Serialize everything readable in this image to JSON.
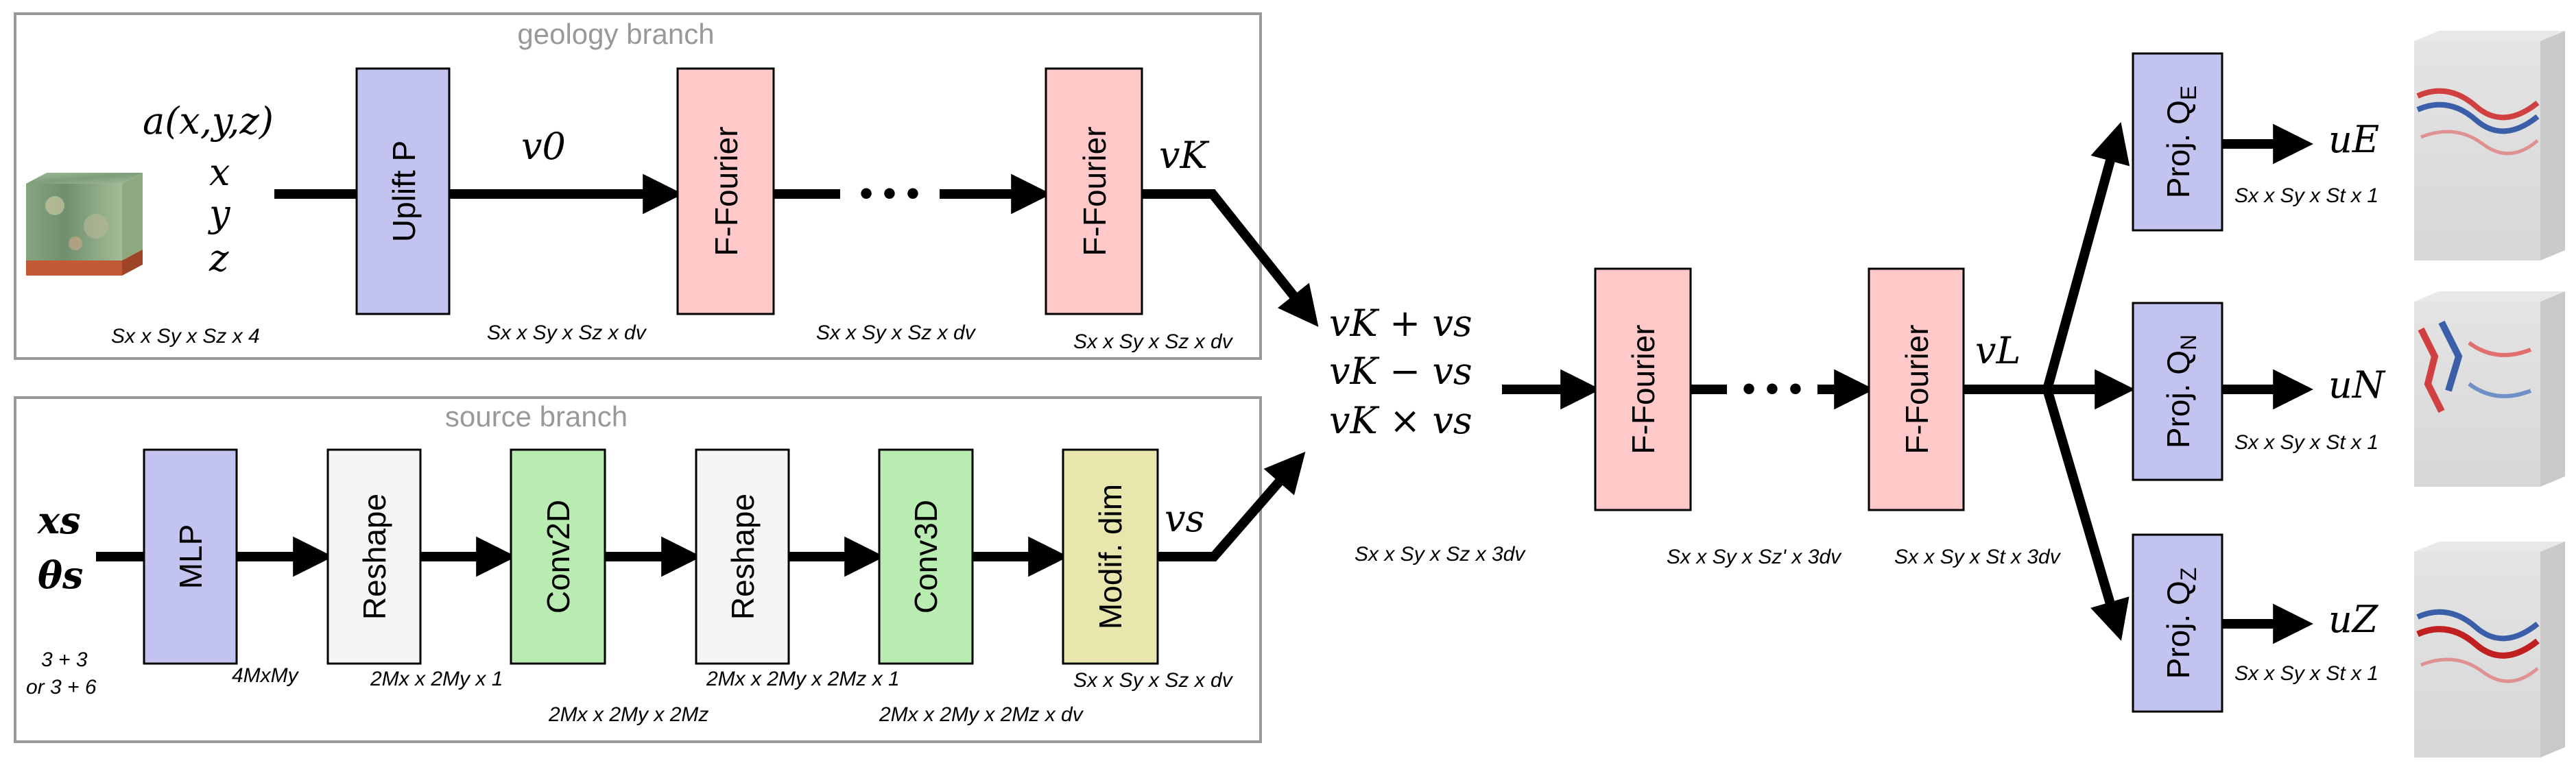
{
  "branches": {
    "geology": "geology branch",
    "source": "source branch"
  },
  "geology": {
    "input_func": "a(x,y,z)",
    "input_x": "x",
    "input_y": "y",
    "input_z": "z",
    "input_dims": "Sx x Sy x Sz x 4",
    "uplift": "Uplift P",
    "v0": "v0",
    "v0_dims": "Sx x Sy x Sz x dv",
    "ffourier1": "F-Fourier",
    "dots": "• • •",
    "mid_dims": "Sx x Sy x Sz x dv",
    "ffourier2": "F-Fourier",
    "vK": "vK",
    "vK_dims": "Sx x Sy x Sz x dv"
  },
  "source": {
    "xs": "xs",
    "thetas": "θs",
    "input_dims_1": "3 + 3",
    "input_dims_2": "or 3 + 6",
    "mlp": "MLP",
    "mlp_dims": "4MxMy",
    "reshape1": "Reshape",
    "reshape1_dims": "2Mx x 2My x 1",
    "conv2d": "Conv2D",
    "conv2d_dims": "2Mx x 2My x 2Mz",
    "reshape2": "Reshape",
    "reshape2_dims": "2Mx x 2My x 2Mz x 1",
    "conv3d": "Conv3D",
    "conv3d_dims": "2Mx x 2My x 2Mz x dv",
    "modif": "Modif. dim",
    "vs": "vs",
    "vs_dims": "Sx x Sy x Sz x dv"
  },
  "merge": {
    "op1": "vK + vs",
    "op2": "vK − vs",
    "op3": "vK × vs",
    "dims": "Sx x Sy x Sz x 3dv"
  },
  "trunk": {
    "ffourier1": "F-Fourier",
    "dots": "• • •",
    "mid_dims": "Sx x Sy x Sz' x 3dv",
    "ffourier2": "F-Fourier",
    "vL": "vL",
    "vL_dims": "Sx x Sy x St x 3dv"
  },
  "outputs": [
    {
      "proj": "Proj. QE",
      "sub": "E",
      "out": "uE",
      "dims": "Sx x Sy x St x 1"
    },
    {
      "proj": "Proj. QN",
      "sub": "N",
      "out": "uN",
      "dims": "Sx x Sy x St x 1"
    },
    {
      "proj": "Proj. QZ",
      "sub": "Z",
      "out": "uZ",
      "dims": "Sx x Sy x St x 1"
    }
  ],
  "colors": {
    "blue_box": "#c3c3f0",
    "pink_box": "#ffc9c9",
    "gray_box": "#f5f5f5",
    "green_box": "#b8ecb0",
    "yellow_box": "#e6e6ad",
    "branch_border": "#999999"
  }
}
